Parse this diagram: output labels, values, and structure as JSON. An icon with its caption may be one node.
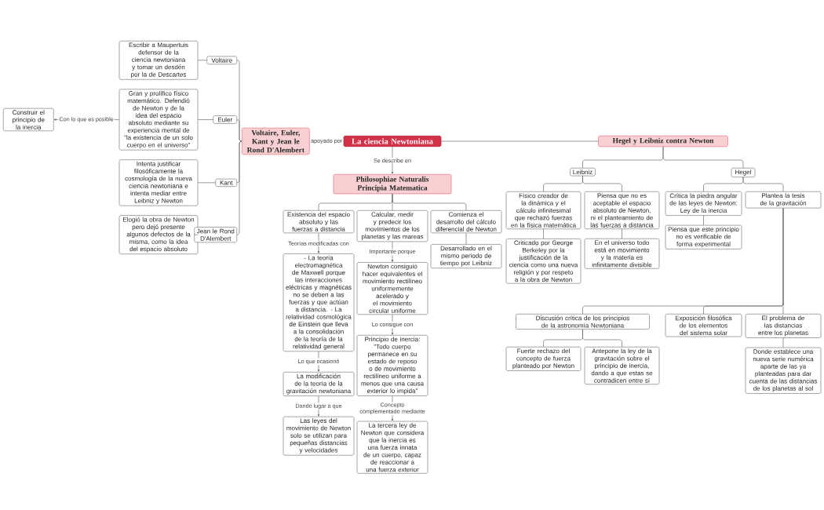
{
  "diagram": {
    "nodes": [
      {
        "text": [
          "La ciencia Newtoniana"
        ]
      },
      {
        "text": [
          "Voltaire, Euler, Kant y Jean le Rond D'Alembert"
        ]
      },
      {
        "text": [
          "Voltaire"
        ]
      },
      {
        "text": [
          "Escribir a Maupertuis defensor de la ciencia newtoniana y tomar un desdén por la de Descartes"
        ]
      },
      {
        "text": [
          "Euler"
        ]
      },
      {
        "text": [
          "Gran y prolífico físico matemático. Defendió de Newton y de la idea del espacio absoluto mediante su experiencia mental de \"la existencia de un solo cuerpo en el universo\""
        ]
      },
      {
        "text": [
          "Construir el principio de la inercia"
        ]
      },
      {
        "text": [
          "Kant"
        ]
      },
      {
        "text": [
          "Intenta justificar filosóficamente la cosmología de la nueva ciencia newtoniana e intenta mediar entre Leibniz y Newton"
        ]
      },
      {
        "text": [
          "Jean le Rond D'Alembert"
        ]
      },
      {
        "text": [
          "Elogió la obra de Newton pero dejó presente algunos defectos de la misma, como la idea del espacio absoluto"
        ]
      },
      {
        "text": [
          "Philosophiae Naturalis Principia Matematica"
        ]
      },
      {
        "text": [
          "Existencia del espacio absoluto y las fuerzas a distancia"
        ]
      },
      {
        "text": [
          "- La teoría electromagnética de Maxwell porque las interacciones eléctricas y magnéticas no se deben a las fuerzas y que actúan a distancia. - La relatividad cosmológica de Einstein que lleva a la consolidación de la teoría de la relatividad general"
        ]
      },
      {
        "text": [
          "La modificación de la teoría de la gravitación newtoniana"
        ]
      },
      {
        "text": [
          "Las leyes del movimiento de Newton solo se utilizan para pequeñas distancias y velocidades"
        ]
      },
      {
        "text": [
          "Calcular, medir y predecir los movimientos de los planetas y las mareas"
        ]
      },
      {
        "text": [
          "Newton consiguió hacer equivalentes el movimiento rectilíneo uniformemente acelerado y el movimiento circular uniforme"
        ]
      },
      {
        "text": [
          "Principio de inercia: \"Todo cuerpo permanece en su estado de reposo o de movimiento rectilíneo uniforme a menos que una causa exterior lo impida\""
        ]
      },
      {
        "text": [
          "La tercera ley de Newton que considera que la inercia es una fuerza innata de un cuerpo, capaz de reaccionar a una fuerza exterior"
        ]
      },
      {
        "text": [
          "Comienza el desarrollo del cálculo diferencial de Newton"
        ]
      },
      {
        "text": [
          "Desarrollado en el mismo periodo de tiempo por Leibniz"
        ]
      },
      {
        "text": [
          "Hegel y Leibniz contra Newton"
        ]
      },
      {
        "text": [
          "Leibniz"
        ]
      },
      {
        "text": [
          "Físico creador de la dinámica y el cálculo infinitesimal que rechazó fuerzas en la física matemática"
        ]
      },
      {
        "text": [
          "Criticado por George Berkeley por la justificación de la ciencia como una nueva religión y por respeto a la obra de Newton"
        ]
      },
      {
        "text": [
          "Piensa que no es aceptable el espacio absoluto de Newton, ni el planteamiento de las fuerzas a distancia"
        ]
      },
      {
        "text": [
          "En el universo todo está en movimiento y la materia es infinitamente divisible"
        ]
      },
      {
        "text": [
          "Hegel"
        ]
      },
      {
        "text": [
          "Crítica la piedra angular de las leyes de Newton: Ley de la inercia"
        ]
      },
      {
        "text": [
          "Piensa que este principio no es verificable de forma experimental"
        ]
      },
      {
        "text": [
          "Plantea la tesis de la gravitación"
        ]
      },
      {
        "text": [
          "Discusión crítica de los principios de la astronomía Newtoniana"
        ]
      },
      {
        "text": [
          "Fuerte rechazo del concepto de fuerza planteado por Newton"
        ]
      },
      {
        "text": [
          "Antepone la ley de la gravitación sobre el principio de inercia, dando a que estas se contradicen entre sí"
        ]
      },
      {
        "text": [
          "Exposición filosófica de los elementos del sistema solar"
        ]
      },
      {
        "text": [
          "El problema de las distancias entre los planetas"
        ]
      },
      {
        "text": [
          "Donde establece una nueva serie numérica aparte de las ya planteadas para dar cuenta de las distancias de los planetas al sol"
        ]
      }
    ],
    "edges": [
      {
        "from": 0,
        "to": 1,
        "arrow": "to",
        "label": "apoyado por"
      },
      {
        "from": 1,
        "to": 2,
        "arrow": "none"
      },
      {
        "from": 1,
        "to": 4,
        "arrow": "none"
      },
      {
        "from": 1,
        "to": 7,
        "arrow": "none"
      },
      {
        "from": 1,
        "to": 9,
        "arrow": "none"
      },
      {
        "from": 2,
        "to": 3,
        "arrow": "none"
      },
      {
        "from": 4,
        "to": 5,
        "arrow": "none"
      },
      {
        "from": 5,
        "to": 6,
        "arrow": "to",
        "label": "Con lo que es posible"
      },
      {
        "from": 7,
        "to": 8,
        "arrow": "none"
      },
      {
        "from": 9,
        "to": 10,
        "arrow": "none"
      },
      {
        "from": 0,
        "to": 11,
        "arrow": "to",
        "label": "Se describe en"
      },
      {
        "from": 11,
        "to": 12,
        "arrow": "none"
      },
      {
        "from": 11,
        "to": 16,
        "arrow": "none"
      },
      {
        "from": 11,
        "to": 20,
        "arrow": "none"
      },
      {
        "from": 12,
        "to": 13,
        "arrow": "to",
        "label": "Teorías modificadas con"
      },
      {
        "from": 13,
        "to": 14,
        "arrow": "to",
        "label": "Lo que ocasionó"
      },
      {
        "from": 14,
        "to": 15,
        "arrow": "to",
        "label": "Dando lugar a que"
      },
      {
        "from": 16,
        "to": 17,
        "arrow": "to",
        "label": "Importante porque"
      },
      {
        "from": 17,
        "to": 18,
        "arrow": "to",
        "label": "Lo consigue con"
      },
      {
        "from": 18,
        "to": 19,
        "arrow": "to",
        "label": "Concepto complementado mediante"
      },
      {
        "from": 20,
        "to": 21,
        "arrow": "none"
      },
      {
        "from": 0,
        "to": 22,
        "arrow": "none"
      },
      {
        "from": 22,
        "to": 23,
        "arrow": "none"
      },
      {
        "from": 22,
        "to": 28,
        "arrow": "none"
      },
      {
        "from": 23,
        "to": 24,
        "arrow": "none"
      },
      {
        "from": 23,
        "to": 26,
        "arrow": "none"
      },
      {
        "from": 24,
        "to": 25,
        "arrow": "none"
      },
      {
        "from": 26,
        "to": 27,
        "arrow": "none"
      },
      {
        "from": 28,
        "to": 29,
        "arrow": "none"
      },
      {
        "from": 28,
        "to": 31,
        "arrow": "none"
      },
      {
        "from": 29,
        "to": 30,
        "arrow": "none"
      },
      {
        "from": 31,
        "to": 32,
        "arrow": "none"
      },
      {
        "from": 31,
        "to": 35,
        "arrow": "none"
      },
      {
        "from": 31,
        "to": 36,
        "arrow": "none"
      },
      {
        "from": 32,
        "to": 33,
        "arrow": "none"
      },
      {
        "from": 32,
        "to": 34,
        "arrow": "none"
      },
      {
        "from": 36,
        "to": 37,
        "arrow": "none"
      }
    ]
  }
}
